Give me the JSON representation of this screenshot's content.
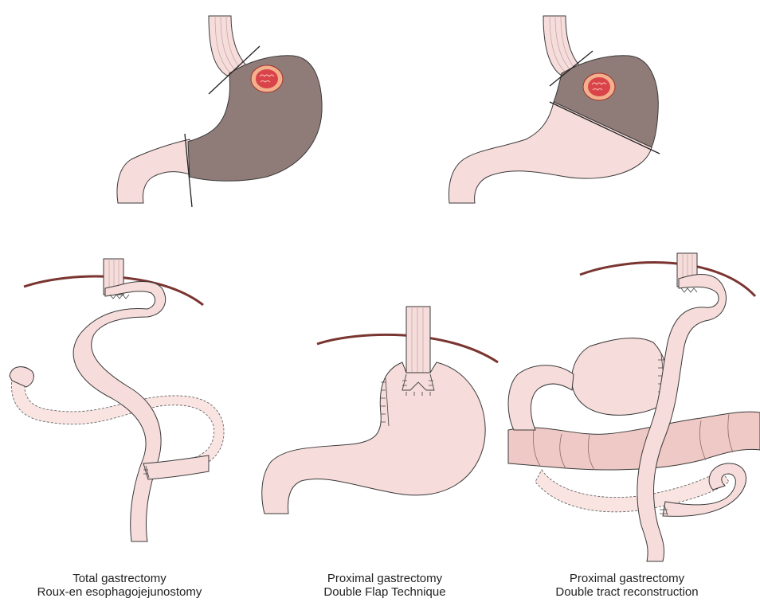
{
  "colors": {
    "tissue": "#f6dcda",
    "tissue_stroke": "#3a3a3a",
    "resected": "#8f7c78",
    "tumor": "#d9434a",
    "tumor_rim": "#f2b08c",
    "diaphragm": "#7a3530",
    "colon": "#efc9c5"
  },
  "captions": [
    {
      "line1": "Total gastrectomy",
      "line2": "Roux-en esophagojejunostomy"
    },
    {
      "line1": "Proximal gastrectomy",
      "line2": "Double Flap Technique"
    },
    {
      "line1": "Proximal gastrectomy",
      "line2": "Double tract reconstruction"
    }
  ]
}
